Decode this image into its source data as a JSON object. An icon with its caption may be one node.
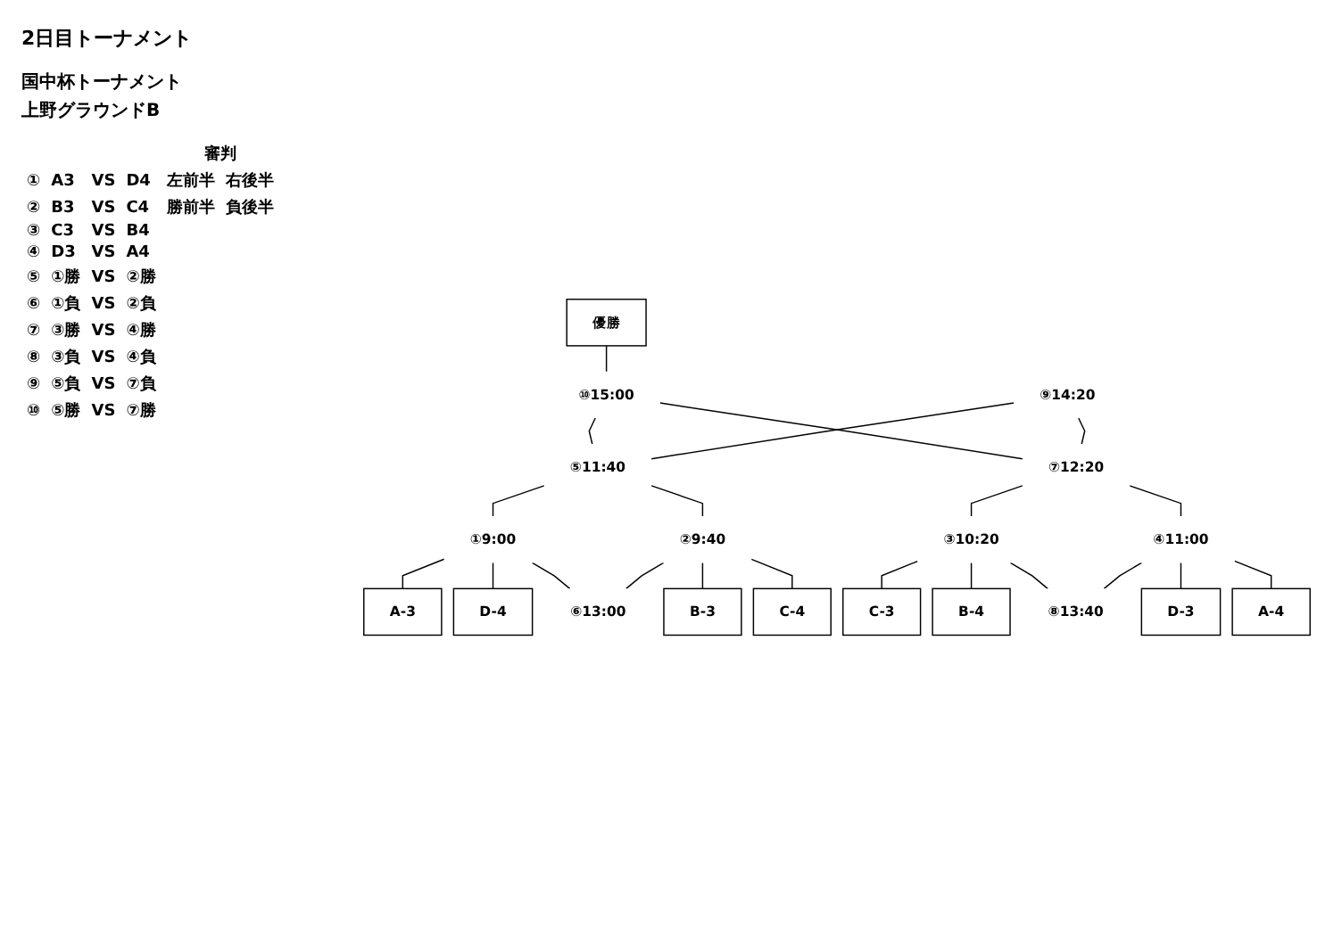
{
  "diagram": {
    "title": "2日目トーナメント",
    "nodes": [
      {
        "text": [
          "優勝"
        ]
      },
      {
        "text": [
          "⑩15:00"
        ]
      },
      {
        "text": [
          "⑤11:40"
        ]
      },
      {
        "text": [
          "⑨14:20"
        ]
      },
      {
        "text": [
          "⑦12:20"
        ]
      },
      {
        "text": [
          "①9:00"
        ]
      },
      {
        "text": [
          "②9:40"
        ]
      },
      {
        "text": [
          "③10:20"
        ]
      },
      {
        "text": [
          "④11:00"
        ]
      },
      {
        "text": [
          "A-3"
        ]
      },
      {
        "text": [
          "D-4"
        ]
      },
      {
        "text": [
          "B-3"
        ]
      },
      {
        "text": [
          "C-4"
        ]
      },
      {
        "text": [
          "C-3"
        ]
      },
      {
        "text": [
          "B-4"
        ]
      },
      {
        "text": [
          "D-3"
        ]
      },
      {
        "text": [
          "A-4"
        ]
      },
      {
        "text": [
          "⑥13:00"
        ]
      },
      {
        "text": [
          "⑧13:40"
        ]
      }
    ],
    "edges": [
      {
        "from": 0,
        "to": 1,
        "arrow": "none"
      },
      {
        "from": 1,
        "to": 2,
        "arrow": "none"
      },
      {
        "from": 1,
        "to": 4,
        "arrow": "none"
      },
      {
        "from": 3,
        "to": 2,
        "arrow": "none"
      },
      {
        "from": 3,
        "to": 4,
        "arrow": "none"
      },
      {
        "from": 2,
        "to": 5,
        "arrow": "none"
      },
      {
        "from": 2,
        "to": 6,
        "arrow": "none"
      },
      {
        "from": 4,
        "to": 7,
        "arrow": "none"
      },
      {
        "from": 4,
        "to": 8,
        "arrow": "none"
      },
      {
        "from": 5,
        "to": 9,
        "arrow": "none"
      },
      {
        "from": 5,
        "to": 10,
        "arrow": "none"
      },
      {
        "from": 6,
        "to": 11,
        "arrow": "none"
      },
      {
        "from": 6,
        "to": 12,
        "arrow": "none"
      },
      {
        "from": 7,
        "to": 13,
        "arrow": "none"
      },
      {
        "from": 7,
        "to": 14,
        "arrow": "none"
      },
      {
        "from": 8,
        "to": 15,
        "arrow": "none"
      },
      {
        "from": 8,
        "to": 16,
        "arrow": "none"
      },
      {
        "from": 5,
        "to": 17,
        "arrow": "none"
      },
      {
        "from": 6,
        "to": 17,
        "arrow": "none"
      },
      {
        "from": 7,
        "to": 18,
        "arrow": "none"
      },
      {
        "from": 8,
        "to": 18,
        "arrow": "none"
      }
    ],
    "labels": [
      "国中杯トーナメント",
      "上野グラウンドB",
      "審判",
      "①",
      "A3",
      "VS",
      "D4",
      "左前半",
      "右後半",
      "②",
      "B3",
      "VS",
      "C4",
      "勝前半",
      "負後半",
      "③",
      "C3",
      "VS",
      "B4",
      "④",
      "D3",
      "VS",
      "A4",
      "⑤",
      "①勝",
      "VS",
      "②勝",
      "⑥",
      "①負",
      "VS",
      "②負",
      "⑦",
      "③勝",
      "VS",
      "④勝",
      "⑧",
      "③負",
      "VS",
      "④負",
      "⑨",
      "⑤負",
      "VS",
      "⑦負",
      "⑩",
      "⑤勝",
      "VS",
      "⑦勝"
    ]
  }
}
